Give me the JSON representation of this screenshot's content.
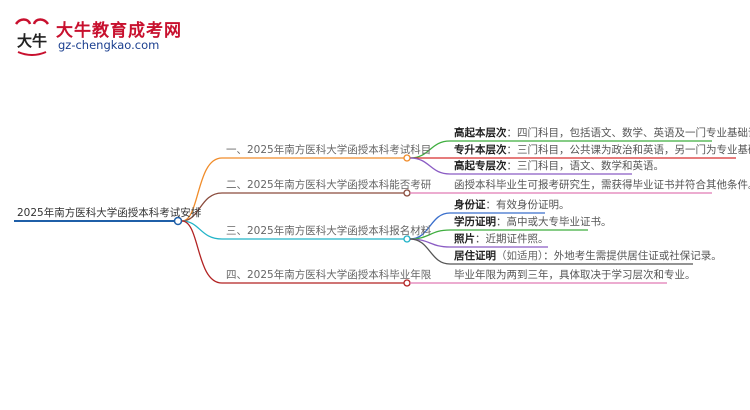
{
  "logo": {
    "title": "大牛教育成考网",
    "url": "gz-chengkao.com",
    "mark_text": "大牛",
    "colors": {
      "red": "#c8102e",
      "blue": "#1b3f8f"
    }
  },
  "mindmap": {
    "root": "2025年南方医科大学函授本科考试安排",
    "branches": [
      {
        "label": "一、2025年南方医科大学函授本科考试科目",
        "color": "#f08c2a",
        "leaves": [
          {
            "term": "高起本层次",
            "text": "：四门科目，包括语文、数学、英语及一门专业基础课。",
            "color": "#3fae3f"
          },
          {
            "term": "专升本层次",
            "text": "：三门科目，公共课为政治和英语，另一门为专业基础课。",
            "color": "#d62e2e"
          },
          {
            "term": "高起专层次",
            "text": "：三门科目，语文、数学和英语。",
            "color": "#8b5cc4"
          }
        ]
      },
      {
        "label": "二、2025年南方医科大学函授本科能否考研",
        "color": "#8a4b3c",
        "leaves": [
          {
            "term": "",
            "text": "函授本科毕业生可报考研究生，需获得毕业证书并符合其他条件。",
            "color": "#e07ab4"
          }
        ]
      },
      {
        "label": "三、2025年南方医科大学函授本科报名材料",
        "color": "#22b4c8",
        "leaves": [
          {
            "term": "身份证",
            "text": "：有效身份证明。",
            "color": "#3a6fcc"
          },
          {
            "term": "学历证明",
            "text": "：高中或大专毕业证书。",
            "color": "#3fae3f"
          },
          {
            "term": "照片",
            "text": "：近期证件照。",
            "color": "#8b5cc4"
          },
          {
            "term": "居住证明",
            "note": "（如适用）",
            "text": "：外地考生需提供居住证或社保记录。",
            "color": "#555555"
          }
        ]
      },
      {
        "label": "四、2025年南方医科大学函授本科毕业年限",
        "color": "#b22222",
        "leaves": [
          {
            "term": "",
            "text": "毕业年限为两到三年，具体取决于学习层次和专业。",
            "color": "#e07ab4"
          }
        ]
      }
    ],
    "root_color": "#1f5fa8"
  }
}
